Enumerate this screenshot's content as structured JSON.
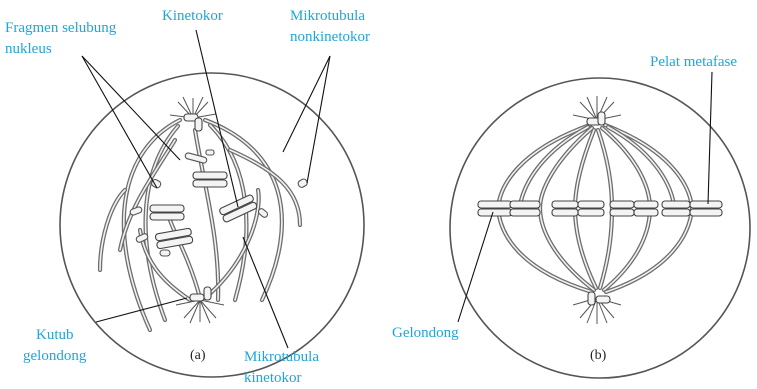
{
  "labels": {
    "fragmen_selubung_line1": "Fragmen selubung",
    "fragmen_selubung_line2": "nukleus",
    "kinetokor": "Kinetokor",
    "mikrotubula_nonkinetokor_line1": "Mikrotubula",
    "mikrotubula_nonkinetokor_line2": "nonkinetokor",
    "kutub_gelondong_line1": "Kutub",
    "kutub_gelondong_line2": "gelondong",
    "mikrotubula_kinetokor_line1": "Mikrotubula",
    "mikrotubula_kinetokor_line2": "kinetokor",
    "pelat_metafase": "Pelat metafase",
    "gelondong": "Gelondong"
  },
  "captions": {
    "a": "(a)",
    "b": "(b)"
  },
  "colors": {
    "label": "#1fa6d8",
    "line": "#111111",
    "outline": "#555555"
  }
}
